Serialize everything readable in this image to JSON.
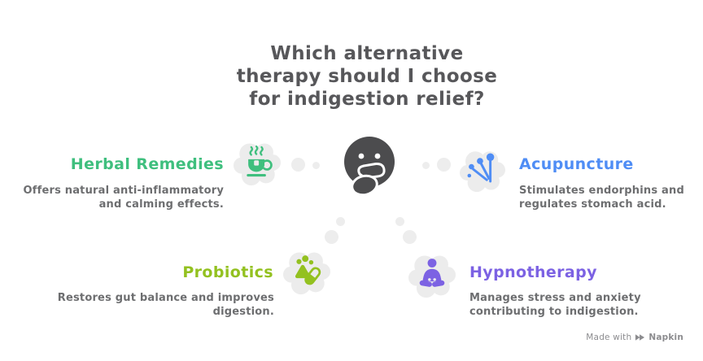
{
  "title": {
    "line1": "Which alternative",
    "line2": "therapy should I choose",
    "line3": "for indigestion relief?"
  },
  "center": {
    "icon": "thinking-face"
  },
  "therapies": {
    "herbal": {
      "name": "Herbal Remedies",
      "desc1": "Offers natural anti-inflammatory",
      "desc2": "and calming effects.",
      "color": "#3fbf7e",
      "icon": "tea-cup"
    },
    "acupuncture": {
      "name": "Acupuncture",
      "desc1": "Stimulates endorphins and",
      "desc2": "regulates stomach acid.",
      "color": "#4f8df5",
      "icon": "acupuncture-needles"
    },
    "probiotics": {
      "name": "Probiotics",
      "desc1": "Restores gut balance and improves",
      "desc2": "digestion.",
      "color": "#93c120",
      "icon": "probiotic-capsule"
    },
    "hypnotherapy": {
      "name": "Hypnotherapy",
      "desc1": "Manages stress and anxiety",
      "desc2": "contributing to indigestion.",
      "color": "#7c62e3",
      "icon": "meditation-person"
    }
  },
  "footer": {
    "made_with": "Made with",
    "brand": "Napkin"
  },
  "colors": {
    "title_text": "#57575a",
    "description_text": "#6d6e70",
    "face": "#4c4c4e",
    "thought_cloud": "#ececec",
    "footer_text": "#8c8c8f"
  }
}
